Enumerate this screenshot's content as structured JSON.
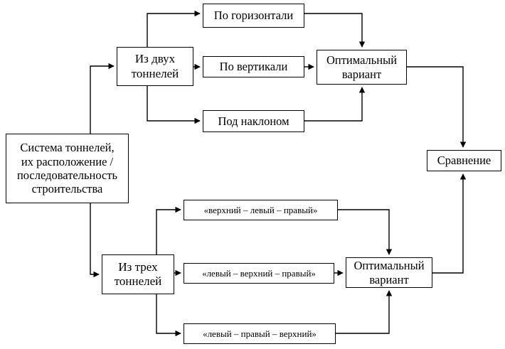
{
  "diagram": {
    "type": "flowchart",
    "orientation": "left-to-right",
    "background_color": "#ffffff",
    "line_color": "#000000",
    "nodes": {
      "source": "Система тоннелей,\nих расположение /\nпоследовательность\nстроительства",
      "two_tunnels": "Из двух\nтоннелей",
      "three_tunnels": "Из трех\nтоннелей",
      "horizontal": "По горизонтали",
      "vertical": "По вертикали",
      "inclined": "Под наклоном",
      "optimal_top": "Оптимальный\nвариант",
      "optimal_bottom": "Оптимальный\nвариант",
      "comparison": "Сравнение",
      "option_upper_left_right": "«верхний – левый – правый»",
      "option_left_upper_right": "«левый – верхний – правый»",
      "option_left_right_upper": "«левый – правый – верхний»"
    },
    "edges": [
      {
        "from": "source",
        "to": "two_tunnels"
      },
      {
        "from": "source",
        "to": "three_tunnels"
      },
      {
        "from": "two_tunnels",
        "to": "horizontal"
      },
      {
        "from": "two_tunnels",
        "to": "vertical"
      },
      {
        "from": "two_tunnels",
        "to": "inclined"
      },
      {
        "from": "horizontal",
        "to": "optimal_top"
      },
      {
        "from": "vertical",
        "to": "optimal_top"
      },
      {
        "from": "inclined",
        "to": "optimal_top"
      },
      {
        "from": "three_tunnels",
        "to": "option_upper_left_right"
      },
      {
        "from": "three_tunnels",
        "to": "option_left_upper_right"
      },
      {
        "from": "three_tunnels",
        "to": "option_left_right_upper"
      },
      {
        "from": "option_upper_left_right",
        "to": "optimal_bottom"
      },
      {
        "from": "option_left_upper_right",
        "to": "optimal_bottom"
      },
      {
        "from": "option_left_right_upper",
        "to": "optimal_bottom"
      },
      {
        "from": "optimal_top",
        "to": "comparison"
      },
      {
        "from": "optimal_bottom",
        "to": "comparison"
      }
    ]
  }
}
